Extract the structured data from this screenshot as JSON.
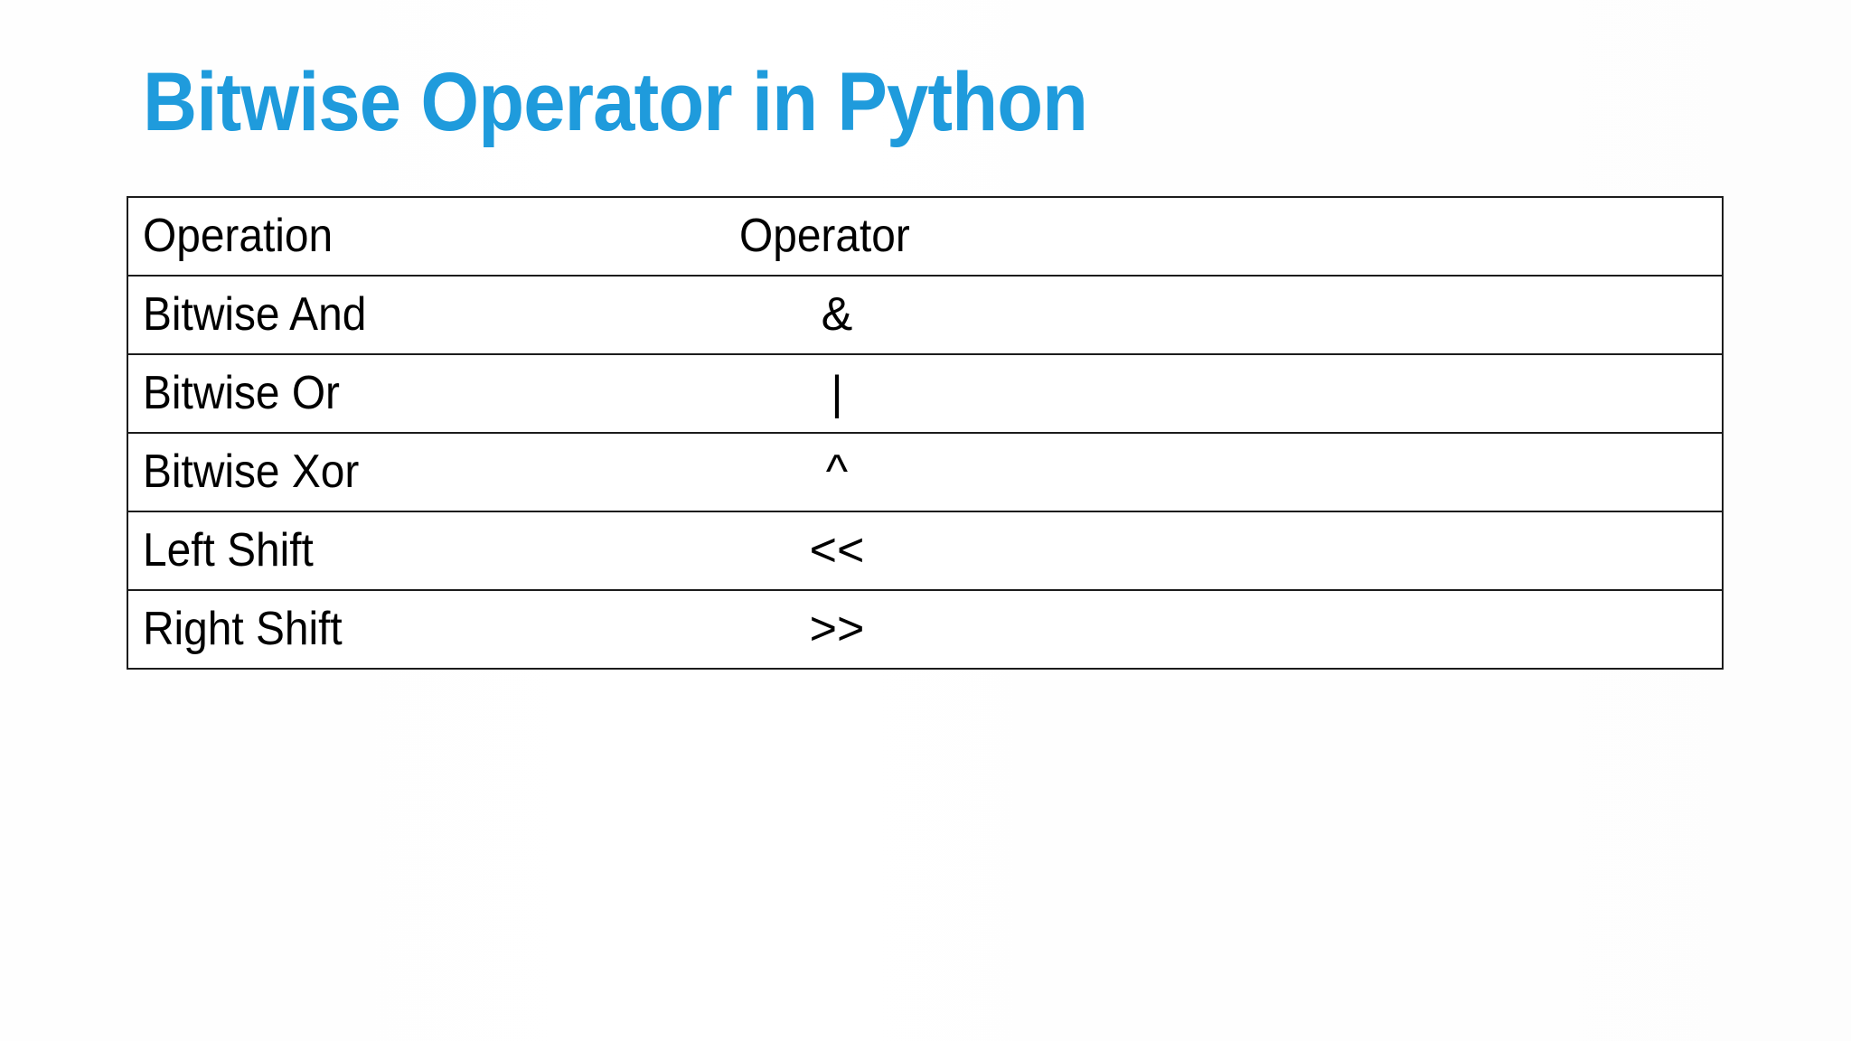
{
  "slide": {
    "title": "Bitwise Operator in Python",
    "title_color": "#1f9bdc",
    "background_color": "#fefefe"
  },
  "table": {
    "headers": {
      "operation": "Operation",
      "operator": "Operator"
    },
    "rows": [
      {
        "operation": "Bitwise And",
        "operator": "&"
      },
      {
        "operation": "Bitwise Or",
        "operator": "|"
      },
      {
        "operation": "Bitwise Xor",
        "operator": "^"
      },
      {
        "operation": "Left Shift",
        "operator": "<<"
      },
      {
        "operation": "Right Shift",
        "operator": ">>"
      }
    ],
    "border_color": "#1c1c1c",
    "text_color": "#000000"
  }
}
